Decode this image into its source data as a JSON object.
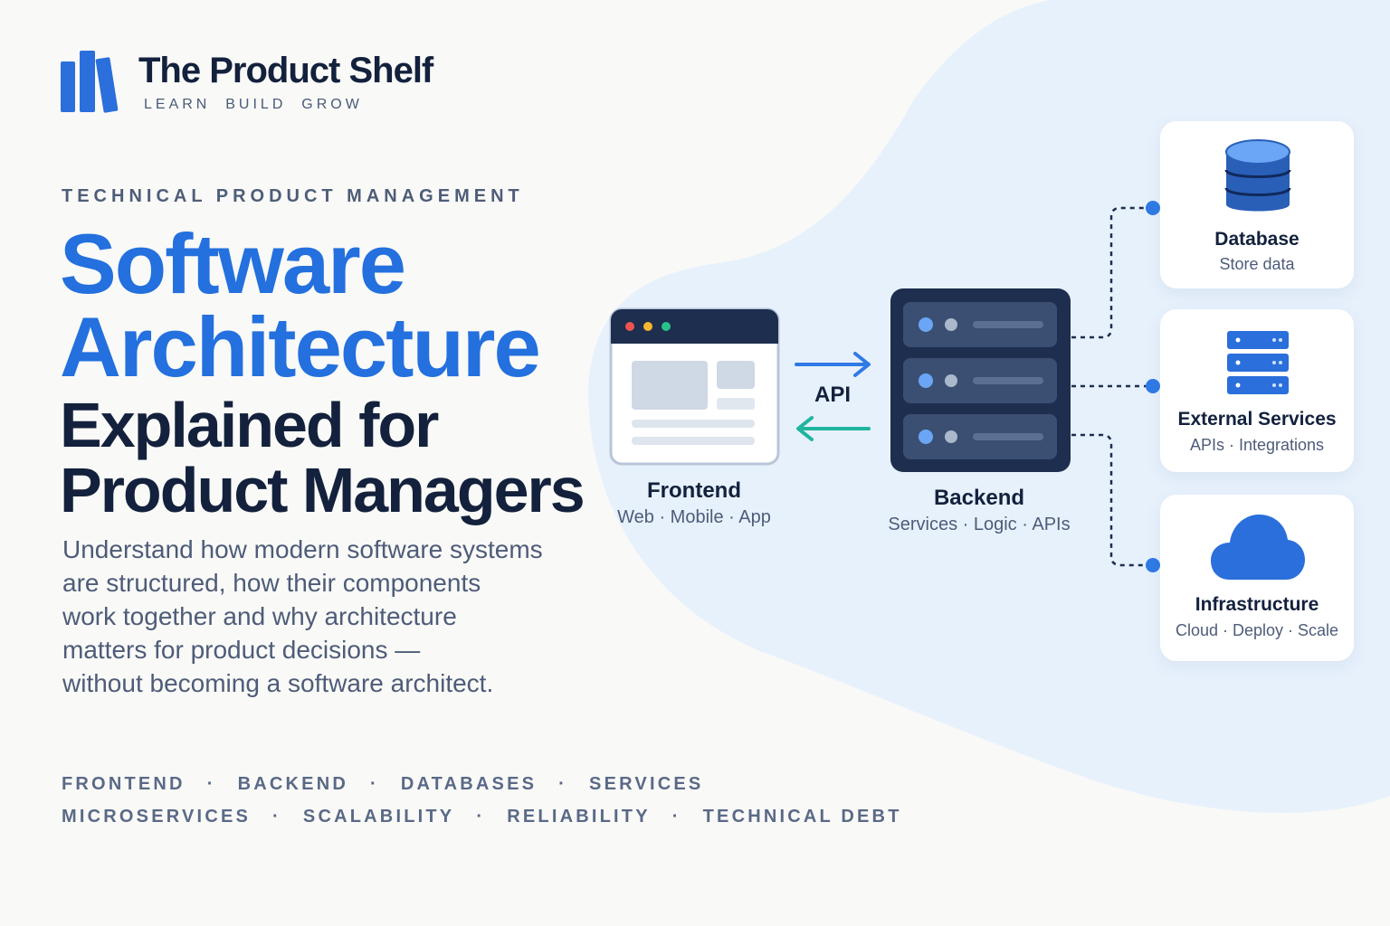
{
  "brand": {
    "name": "The Product Shelf",
    "tagline": "LEARN  BUILD  GROW",
    "color": "#2a6fdb"
  },
  "hero": {
    "eyebrow": "TECHNICAL PRODUCT MANAGEMENT",
    "title_lines": [
      "Software",
      "Architecture",
      "Explained for",
      "Product Managers"
    ],
    "accent_color": "#2370de",
    "description_lines": [
      "Understand how modern software systems",
      "are structured, how their components",
      "work together and why architecture",
      "matters for product decisions —",
      "without becoming a software architect."
    ]
  },
  "diagram": {
    "frontend": {
      "title": "Frontend",
      "subtitle": "Web · Mobile · App",
      "icon": "browser-window-icon"
    },
    "api": {
      "label": "API",
      "request_color": "#2f7ae5",
      "response_color": "#1fb5a0"
    },
    "backend": {
      "title": "Backend",
      "subtitle": "Services · Logic · APIs",
      "icon": "server-stack-icon"
    },
    "services": [
      {
        "title": "Database",
        "subtitle": "Store data",
        "icon": "database-icon"
      },
      {
        "title": "External Services",
        "subtitle": "APIs · Integrations",
        "icon": "server-rack-icon"
      },
      {
        "title": "Infrastructure",
        "subtitle": "Cloud · Deploy · Scale",
        "icon": "cloud-icon"
      }
    ]
  },
  "topics": {
    "row1": [
      "FRONTEND",
      "BACKEND",
      "DATABASES",
      "SERVICES"
    ],
    "row2": [
      "MICROSERVICES",
      "SCALABILITY",
      "RELIABILITY",
      "TECHNICAL DEBT"
    ],
    "separator": "·"
  }
}
